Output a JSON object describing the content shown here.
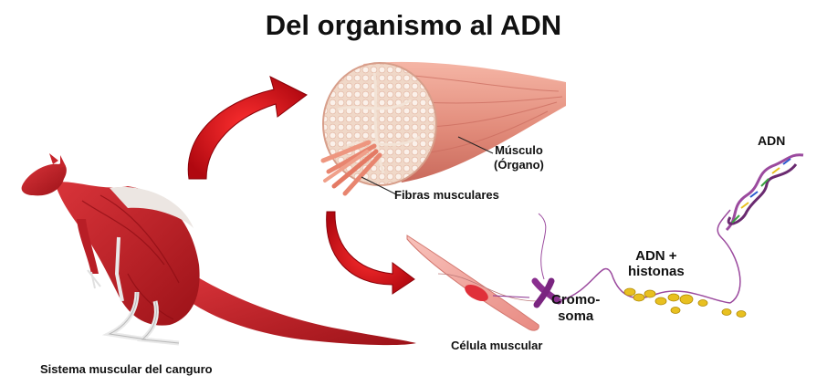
{
  "title": "Del organismo al ADN",
  "labels": {
    "muscle_line1": "Músculo",
    "muscle_line2": "(Órgano)",
    "fibers": "Fibras musculares",
    "cell": "Célula muscular",
    "chromosome_line1": "Cromo-",
    "chromosome_line2": "soma",
    "histones_line1": "ADN +",
    "histones_line2": "histonas",
    "dna": "ADN",
    "system": "Sistema muscular del canguro"
  },
  "colors": {
    "arrow": "#d01018",
    "muscle": "#e89a8a",
    "muscle_dark": "#b8352a",
    "fiber_cross": "#f3e3d6",
    "cell": "#f2a7a0",
    "nucleus": "#e0303a",
    "chromosome": "#8a2f8f",
    "dna_strand": "#9b4a9e",
    "histone": "#e8c020",
    "kangaroo_muscle": "#c6242b",
    "bone": "#e9e9e9"
  }
}
